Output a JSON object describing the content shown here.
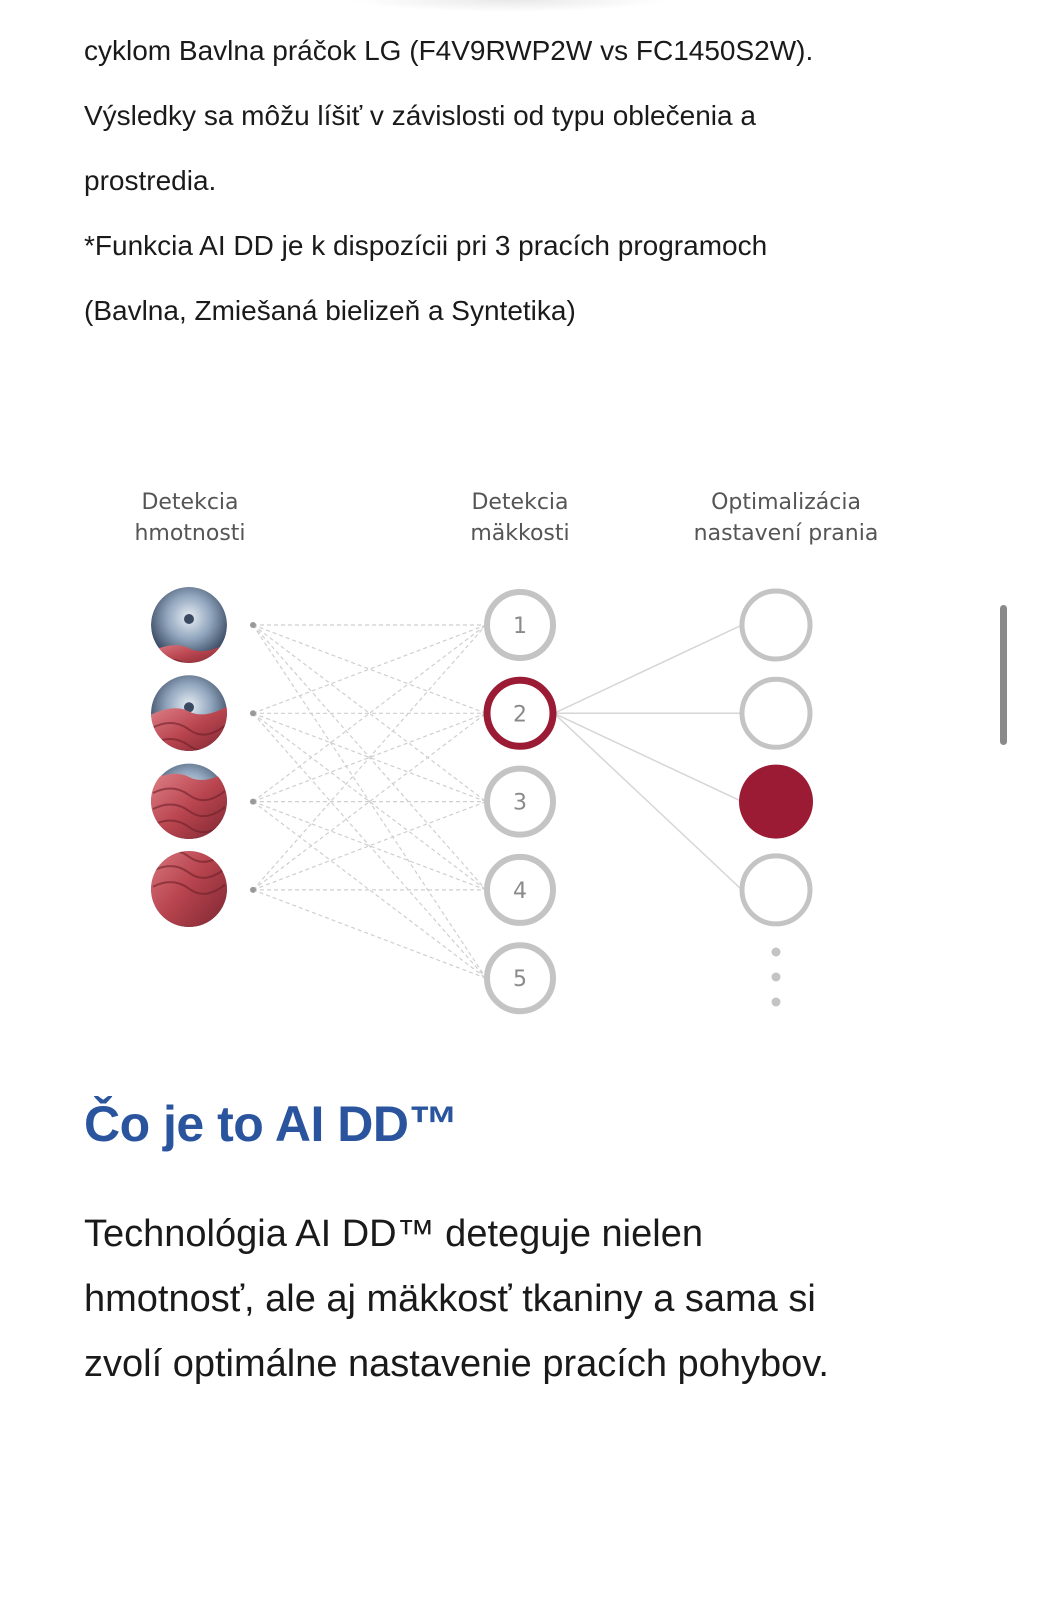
{
  "note": {
    "lines": [
      "cyklom Bavlna práčok LG (F4V9RWP2W vs FC1450S2W).",
      "Výsledky sa môžu líšiť v závislosti od typu oblečenia a",
      "prostredia.",
      "*Funkcia AI DD je k dispozícii pri 3 pracích programoch",
      "(Bavlna, Zmiešaná bielizeň a Syntetika)"
    ]
  },
  "diagram": {
    "col1": {
      "line1": "Detekcia",
      "line2": "hmotnosti"
    },
    "col2": {
      "line1": "Detekcia",
      "line2": "mäkkosti"
    },
    "col3": {
      "line1": "Optimalizácia",
      "line2": "nastavení prania"
    },
    "load_levels": 4,
    "softness_levels": [
      "1",
      "2",
      "3",
      "4",
      "5"
    ],
    "selected_softness": 2,
    "selected_setting": 3,
    "settings_count": 4,
    "colors": {
      "accent": "#9b1b35",
      "gray": "#c4c4c4",
      "fabric": "#c0545e",
      "drum": "#5a6f8a"
    }
  },
  "heading": "Čo je to AI DD™",
  "body": {
    "lines": [
      "Technológia AI DD™ deteguje nielen",
      "hmotnosť, ale aj mäkkosť tkaniny a sama si",
      "zvolí optimálne nastavenie pracích pohybov."
    ]
  }
}
